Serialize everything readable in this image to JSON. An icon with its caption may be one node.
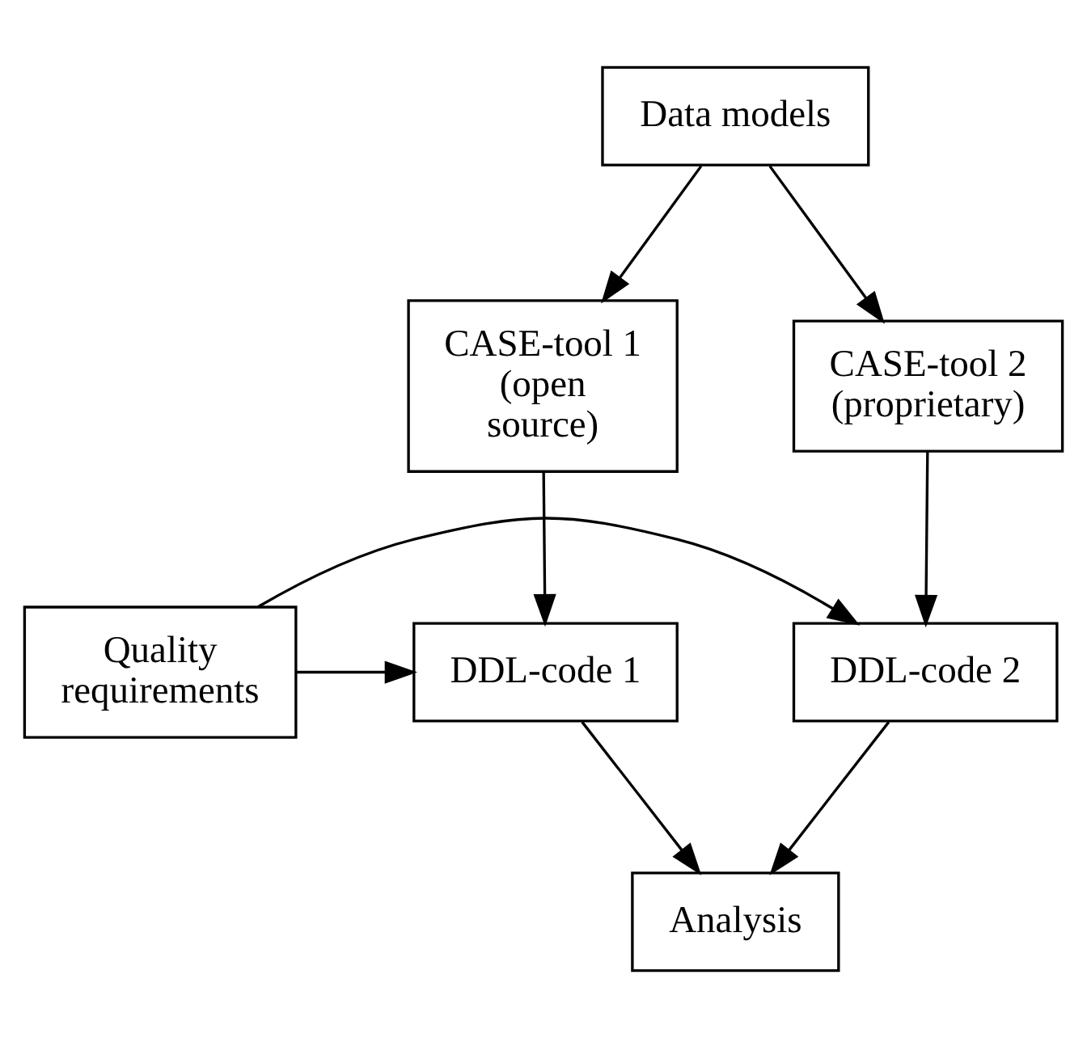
{
  "diagram": {
    "nodes": [
      {
        "text": [
          "Data models"
        ]
      },
      {
        "text": [
          "CASE-tool 1 (open source)"
        ]
      },
      {
        "text": [
          "CASE-tool 2 (proprietary)"
        ]
      },
      {
        "text": [
          "DDL-code 1"
        ]
      },
      {
        "text": [
          "Quality requirements"
        ]
      },
      {
        "text": [
          "DDL-code 2"
        ]
      },
      {
        "text": [
          "Analysis"
        ]
      }
    ],
    "edges": [
      {
        "from": 0,
        "to": 1,
        "arrow": "to"
      },
      {
        "from": 0,
        "to": 2,
        "arrow": "to"
      },
      {
        "from": 1,
        "to": 3,
        "arrow": "to"
      },
      {
        "from": 2,
        "to": 5,
        "arrow": "to"
      },
      {
        "from": 4,
        "to": 3,
        "arrow": "to"
      },
      {
        "from": 4,
        "to": 5,
        "arrow": "to"
      },
      {
        "from": 3,
        "to": 6,
        "arrow": "to"
      },
      {
        "from": 5,
        "to": 6,
        "arrow": "to"
      }
    ]
  }
}
